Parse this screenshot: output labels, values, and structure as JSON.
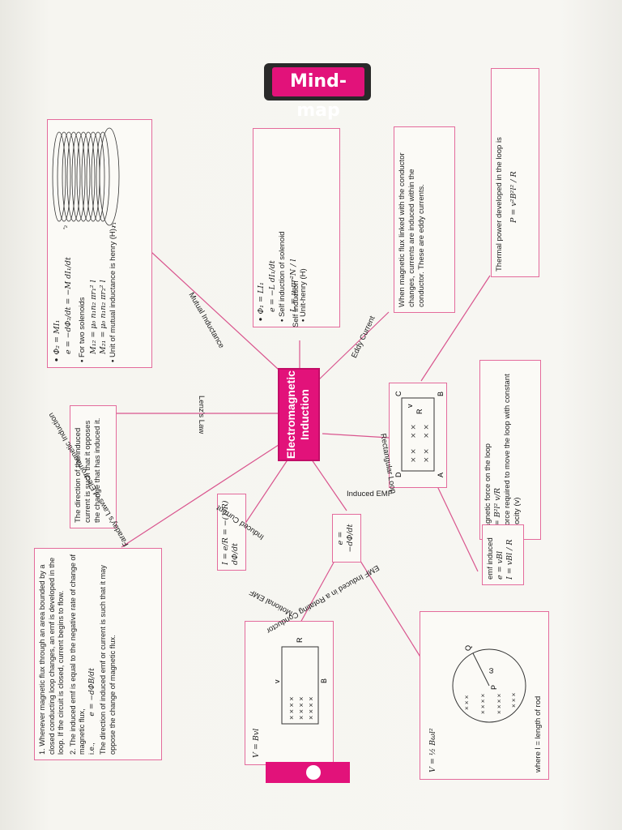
{
  "header": {
    "title": "Mind-map"
  },
  "center": {
    "label": "Electromagnetic Induction"
  },
  "links": {
    "mutual": "Mutual Inductance",
    "self": "Self Induction",
    "eddy": "Eddy Current",
    "lenz": "Lenz's Law",
    "faraday": "Faraday's Laws of Electromagnetic Induction",
    "induced_current": "Induced Current",
    "induced_emf": "Induced EMF",
    "rect_loop": "Rectangular Loop",
    "motional": "Motional EMF",
    "rotating": "EMF Induced in a Rotating Conductor"
  },
  "mutual_box": {
    "eq1": "Φ₂ = MI₁",
    "eq2": "e = −dΦ₂/dt = −M dI₁/dt",
    "solenoids": "For two solenoids",
    "m12": "M₁₂ = μ₀ n₁n₂ πr₁² l",
    "m21": "M₂₁ = μ₀ n₁n₂ πr₂² l",
    "unit": "Unit of mutual inductance is henry (H).",
    "r1": "r₁",
    "r2": "r₂"
  },
  "self_box": {
    "eq1": "Φ₁ = LI₁",
    "eq2": "e = −L dI₁/dt",
    "sol": "Self induction of solenoid",
    "eq3": "L = μ₀πr²N / l",
    "unit": "Unit-henry (H)"
  },
  "eddy_box": {
    "text": "When magnetic flux linked with the conductor changes, currents are induced within the conductor. These are eddy currents."
  },
  "thermal_box": {
    "text": "Thermal power developed in the loop is",
    "eq": "P = v²B²l² / R"
  },
  "force_box": {
    "title": "Magnetic force on the loop",
    "eq": "F = B²l² v/R",
    "text": "= force required to move the loop with constant velocity (v)"
  },
  "emf_box": {
    "title": "emf induced",
    "eq1": "e = vBl",
    "eq2": "I = vBl / R"
  },
  "lenz_box": {
    "text": "The direction of the induced current is such that it opposes the change that has induced it."
  },
  "induced_emf_box": {
    "eq": "e = −dΦ/dt"
  },
  "induced_current_box": {
    "eq": "I = e/R = −(1/R) dΦ/dt"
  },
  "faraday_box": {
    "p1": "1. Whenever magnetic flux through an area bounded by a closed conducting loop changes, an emf is developed in the loop. If the circuit is closed, current begins to flow.",
    "p2": "2. The induced emf is equal to the negative rate of change of magnetic flux,",
    "ie": "i.e.,",
    "eq": "e = −dΦB/dt",
    "p3": "The direction of induced emf or current is such that it may oppose the change of magnetic flux."
  },
  "motional_box": {
    "eq": "V = Bvl",
    "R": "R",
    "v": "v",
    "B": "B"
  },
  "rotating_box": {
    "eq": "V = ½ Bωl²",
    "note": "where l = length of rod",
    "P": "P",
    "Q": "Q",
    "w": "ω"
  },
  "rect_box": {
    "D": "D",
    "C": "C",
    "A": "A",
    "B": "B",
    "R": "R",
    "v": "v"
  }
}
